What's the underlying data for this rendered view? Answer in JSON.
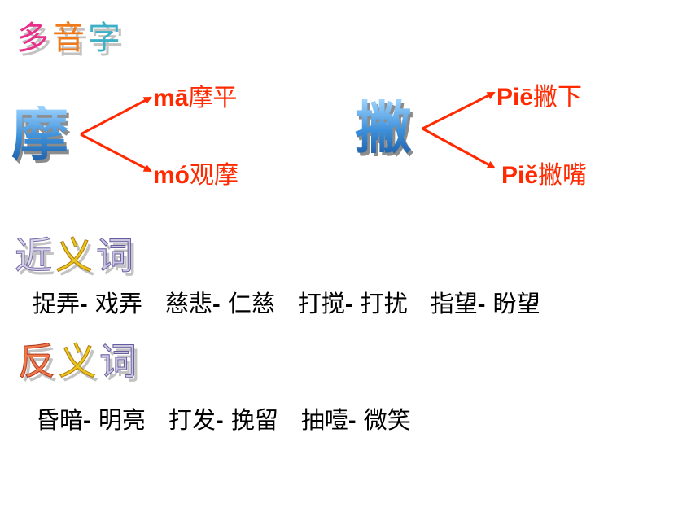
{
  "headings": {
    "polyphone": [
      "多",
      "音",
      "字"
    ],
    "synonyms": [
      "近",
      "义",
      "词"
    ],
    "antonyms": [
      "反",
      "义",
      "词"
    ]
  },
  "polyphones": [
    {
      "char": "摩",
      "readings": [
        {
          "pinyin": "mā",
          "word": "摩平"
        },
        {
          "pinyin": "mó",
          "word": "观摩"
        }
      ]
    },
    {
      "char": "撇",
      "readings": [
        {
          "pinyin": "Piē",
          "word": "撇下"
        },
        {
          "pinyin": "Piě",
          "word": "撇嘴"
        }
      ]
    }
  ],
  "synonym_pairs": [
    {
      "a": "捉弄",
      "b": "戏弄"
    },
    {
      "a": "慈悲",
      "b": "仁慈"
    },
    {
      "a": "打搅",
      "b": "打扰"
    },
    {
      "a": "指望",
      "b": "盼望"
    }
  ],
  "antonym_pairs": [
    {
      "a": "昏暗",
      "b": "明亮"
    },
    {
      "a": "打发",
      "b": "挽留"
    },
    {
      "a": "抽噎",
      "b": "微笑"
    }
  ],
  "dash": "-",
  "colors": {
    "pinyin": "#ff2a00",
    "arrow": "#ff2a00",
    "bigchar": "#2e8ad8",
    "wordart_palette": [
      "#e8308a",
      "#f07a1a",
      "#e9c81a",
      "#3db84a",
      "#2e8ad8",
      "#8a4fd0"
    ]
  }
}
